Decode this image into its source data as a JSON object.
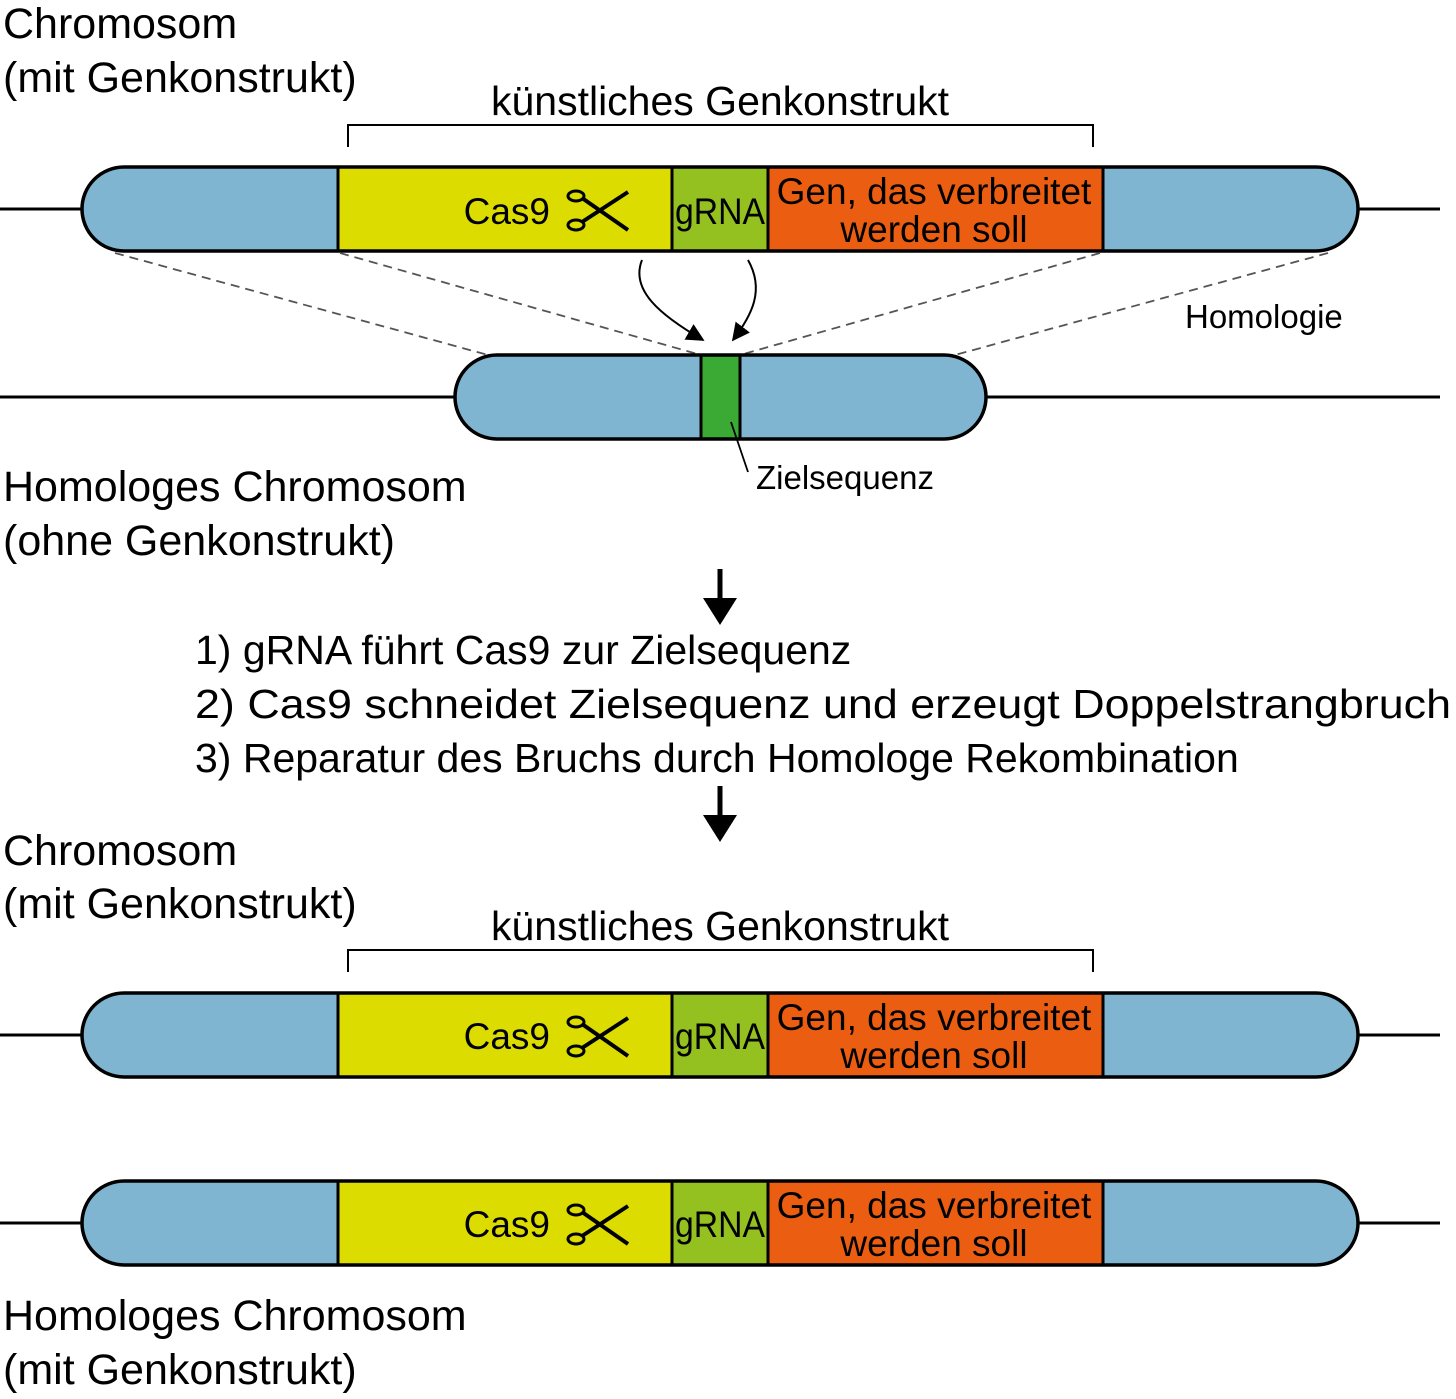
{
  "top": {
    "chromosome_label": [
      "Chromosom",
      "(mit Genkonstrukt)"
    ],
    "construct_label": "künstliches Genkonstrukt",
    "cas9_label": "Cas9",
    "grna_label": "gRNA",
    "gene_label": [
      "Gen, das verbreitet",
      "werden soll"
    ],
    "homology_label": "Homologie",
    "homolog_label": [
      "Homologes Chromosom",
      "(ohne Genkonstrukt)"
    ],
    "target_label": "Zielsequenz"
  },
  "steps": [
    "1) gRNA führt Cas9 zur Zielsequenz",
    "2) Cas9 schneidet Zielsequenz und erzeugt Doppelstrangbruch",
    "3) Reparatur des Bruchs durch Homologe Rekombination"
  ],
  "bottom": {
    "chromosome_label": [
      "Chromosom",
      "(mit Genkonstrukt)"
    ],
    "construct_label": "künstliches Genkonstrukt",
    "cas9_label": "Cas9",
    "grna_label": "gRNA",
    "gene_label": [
      "Gen, das verbreitet",
      "werden soll"
    ],
    "homolog_label": [
      "Homologes Chromosom",
      "(mit Genkonstrukt)"
    ]
  },
  "colors": {
    "chromosome": "#7fb5d1",
    "cas9": "#dcdc00",
    "grna": "#94c11f",
    "gene": "#eb5e12",
    "target": "#3aaa35"
  }
}
